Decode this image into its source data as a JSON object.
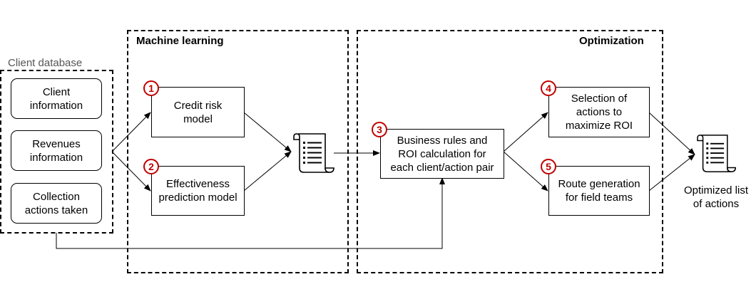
{
  "regions": {
    "client_database": "Client database",
    "machine_learning": "Machine learning",
    "optimization": "Optimization"
  },
  "client_boxes": {
    "client_info": "Client\ninformation",
    "revenues_info": "Revenues\ninformation",
    "collection_actions": "Collection\nactions taken"
  },
  "models": {
    "credit_risk": "Credit risk\nmodel",
    "effectiveness": "Effectiveness\nprediction model"
  },
  "business_rules": "Business rules and\nROI calculation for\neach client/action pair",
  "optimization_steps": {
    "selection": "Selection of\nactions to\nmaximize ROI",
    "route": "Route generation\nfor field teams"
  },
  "output_label": "Optimized list\nof actions",
  "badges": [
    "1",
    "2",
    "3",
    "4",
    "5"
  ],
  "colors": {
    "badge": "#c00000",
    "stroke": "#000000",
    "db_label": "#555555"
  },
  "icons": [
    "document-scroll-icon",
    "document-scroll-icon"
  ]
}
